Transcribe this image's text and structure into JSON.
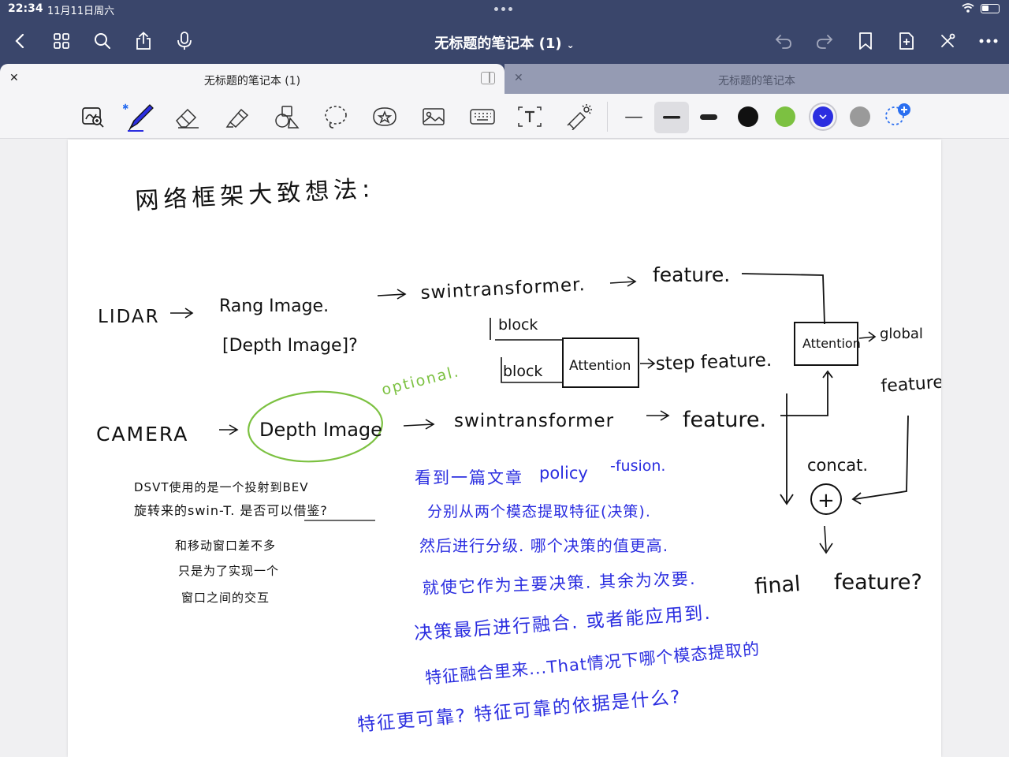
{
  "status": {
    "time": "22:34",
    "date": "11月11日周六"
  },
  "nav": {
    "title": "无标题的笔记本 (1)",
    "left_icons": [
      "back-icon",
      "grid-icon",
      "search-icon",
      "share-icon",
      "microphone-icon"
    ],
    "right_icons": [
      "undo-icon",
      "redo-icon",
      "bookmark-icon",
      "add-page-icon",
      "close-icon",
      "more-icon"
    ]
  },
  "tabs": [
    {
      "label": "无标题的笔记本 (1)",
      "active": true
    },
    {
      "label": "无标题的笔记本",
      "active": false
    }
  ],
  "toolbar": {
    "tools": [
      "zoom-window-icon",
      "pen-icon",
      "eraser-icon",
      "highlighter-icon",
      "shapes-icon",
      "lasso-icon",
      "sticker-icon",
      "image-icon",
      "keyboard-icon",
      "text-icon",
      "laser-pointer-icon"
    ],
    "colors": [
      "#111111",
      "#7cc141",
      "#2b2ee0",
      "#9a9a9a"
    ],
    "selected_color": "#2b2ee0",
    "selected_thickness": "medium"
  },
  "notes": {
    "title": "网络框架大致想法:",
    "lidar": "LIDAR",
    "rang_image": "Rang Image.",
    "depth_image_q": "[Depth Image]?",
    "swin1": "swintransformer.",
    "feature1": "feature.",
    "block1": "block",
    "block2": "block",
    "attention1": "Attention",
    "step_feature": "step feature.",
    "attention2": "Attention",
    "global": "global",
    "feature_right": "feature",
    "optional": "optional.",
    "camera": "CAMERA",
    "depth_image": "Depth Image",
    "swin2": "swintransformer",
    "feature2": "feature.",
    "concat": "concat.",
    "plus": "+",
    "final": "final",
    "final_feature": "feature?",
    "dsvt_1": "DSVT使用的是一个投射到BEV",
    "dsvt_2": "旋转来的swin-T. 是否可以借鉴?",
    "note_a": "和移动窗口差不多",
    "note_b": "只是为了实现一个",
    "note_c": "窗口之间的交互",
    "blue_1a": "看到一篇文章",
    "blue_1b": "policy",
    "blue_1c": "-fusion.",
    "blue_2": "分别从两个模态提取特征(决策).",
    "blue_3": "然后进行分级. 哪个决策的值更高.",
    "blue_4": "就使它作为主要决策. 其余为次要.",
    "blue_5": "决策最后进行融合. 或者能应用到.",
    "blue_6": "特征融合里来...That情况下哪个模态提取的",
    "blue_7": "特征更可靠? 特征可靠的依据是什么?"
  }
}
